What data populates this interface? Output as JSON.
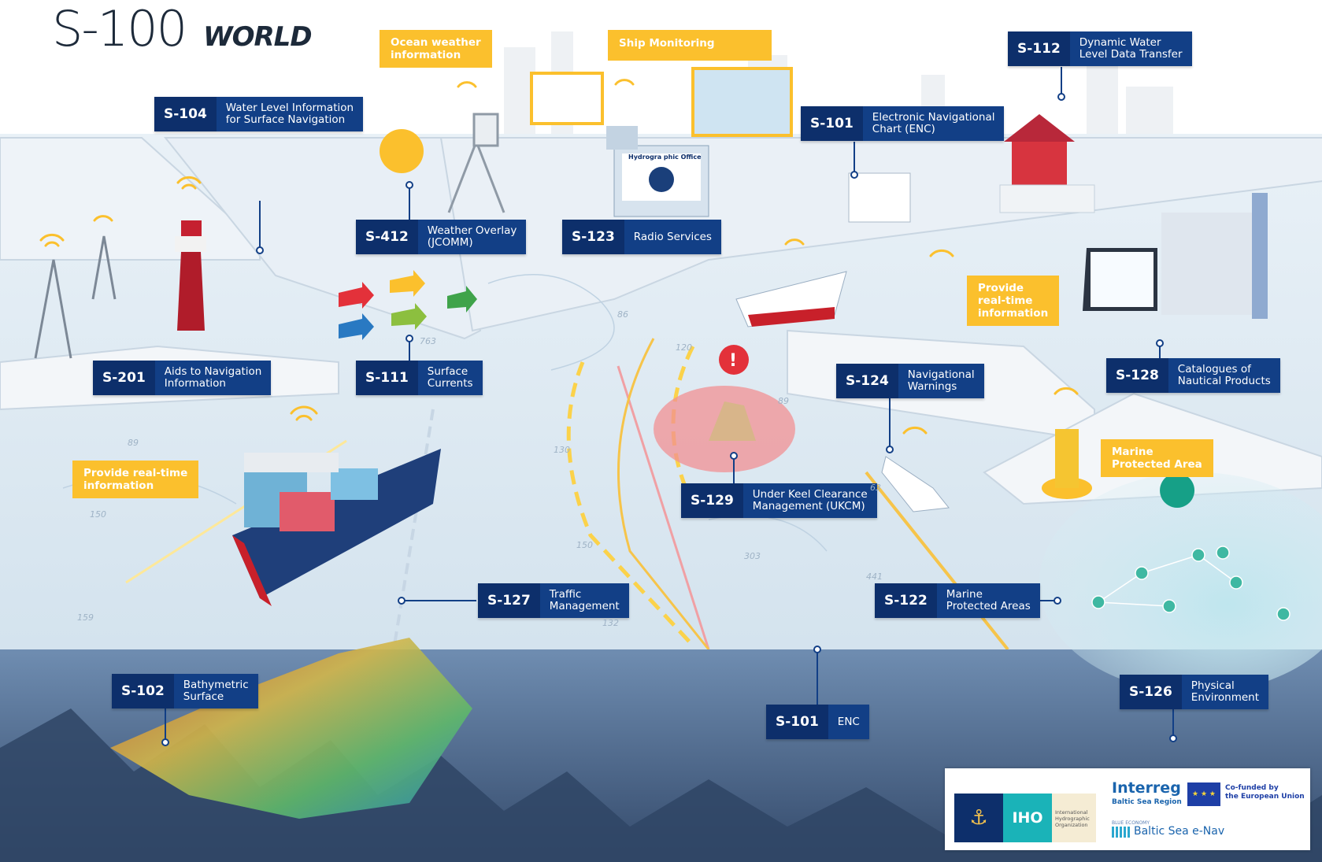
{
  "title": {
    "main": "S-100",
    "sub": "WORLD"
  },
  "colors": {
    "label_bg": "#123f86",
    "label_code_bg": "#0d2f6b",
    "note_bg": "#fbc02d",
    "sea": "#dbe8f2",
    "underwater": "#5f7ea3"
  },
  "labels": [
    {
      "code": "S-104",
      "desc": "Water Level Information\nfor Surface Navigation"
    },
    {
      "code": "S-412",
      "desc": "Weather Overlay\n(JCOMM)"
    },
    {
      "code": "S-123",
      "desc": "Radio    Services"
    },
    {
      "code": "S-101",
      "desc": "Electronic Navigational\nChart (ENC)"
    },
    {
      "code": "S-112",
      "desc": "Dynamic Water\nLevel Data Transfer"
    },
    {
      "code": "S-201",
      "desc": "Aids to Navigation\nInformation"
    },
    {
      "code": "S-111",
      "desc": "Surface\nCurrents"
    },
    {
      "code": "S-124",
      "desc": "Navigational\nWarnings"
    },
    {
      "code": "S-128",
      "desc": "Catalogues of\nNautical Products"
    },
    {
      "code": "S-129",
      "desc": "Under Keel Clearance\nManagement (UKCM)"
    },
    {
      "code": "S-127",
      "desc": "Traffic\nManagement"
    },
    {
      "code": "S-122",
      "desc": "Marine\nProtected Areas"
    },
    {
      "code": "S-102",
      "desc": "Bathymetric\nSurface"
    },
    {
      "code": "S-101",
      "desc": "ENC"
    },
    {
      "code": "S-126",
      "desc": "Physical\nEnvironment"
    }
  ],
  "notes": {
    "ocean_weather": "Ocean weather\ninformation",
    "ship_monitoring": "Ship        Monitoring",
    "realtime_right": "Provide\nreal-time\ninformation",
    "realtime_left": "Provide real-time\ninformation",
    "marine_protected": "Marine\nProtected Area"
  },
  "building_sign": "Hydrogra  phic Office",
  "depth_soundings": [
    "86",
    "763",
    "120",
    "89",
    "130",
    "89",
    "150",
    "150",
    "303",
    "441",
    "159",
    "132",
    "63"
  ],
  "logos": {
    "iho": "IHO",
    "iho_full": "International\nHydrographic\nOrganization",
    "interreg": "Interreg",
    "region": "Baltic Sea Region",
    "cofunded": "Co-funded by\nthe European Union",
    "blue_economy": "BLUE ECONOMY",
    "enav": "Baltic Sea e-Nav"
  }
}
